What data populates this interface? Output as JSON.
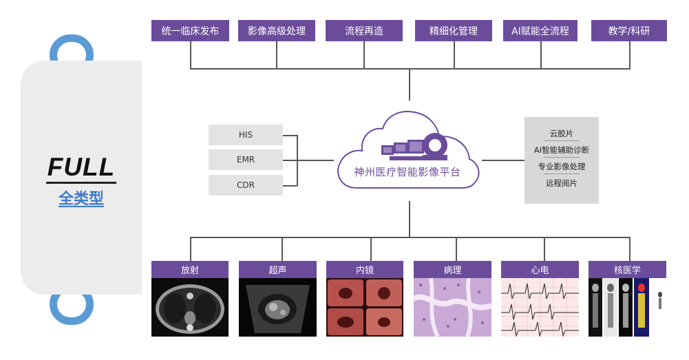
{
  "card": {
    "title": "FULL",
    "subtitle": "全类型"
  },
  "top_features": [
    "统一临床发布",
    "影像高级处理",
    "流程再造",
    "精细化管理",
    "AI赋能全流程",
    "教学/科研"
  ],
  "left_systems": [
    "HIS",
    "EMR",
    "CDR"
  ],
  "center": {
    "label": "神州医疗智能影像平台",
    "icon": "workstation-and-scanner-icon"
  },
  "right_services": [
    "云胶片",
    "AI智能辅助诊断",
    "专业影像处理",
    "远程阅片"
  ],
  "modalities": [
    {
      "label": "放射",
      "image": "ct-chest-scan"
    },
    {
      "label": "超声",
      "image": "ultrasound-scan"
    },
    {
      "label": "内镜",
      "image": "endoscopy-views"
    },
    {
      "label": "病理",
      "image": "pathology-slide"
    },
    {
      "label": "心电",
      "image": "ecg-trace"
    },
    {
      "label": "核医学",
      "image": "nuclear-medicine-scans"
    }
  ],
  "colors": {
    "purple": "#6b4c9a",
    "blue_ring": "#5b9bd5",
    "card_gray": "#ececec",
    "panel_gray": "#d8d8d8",
    "link_blue": "#3f78c6"
  }
}
